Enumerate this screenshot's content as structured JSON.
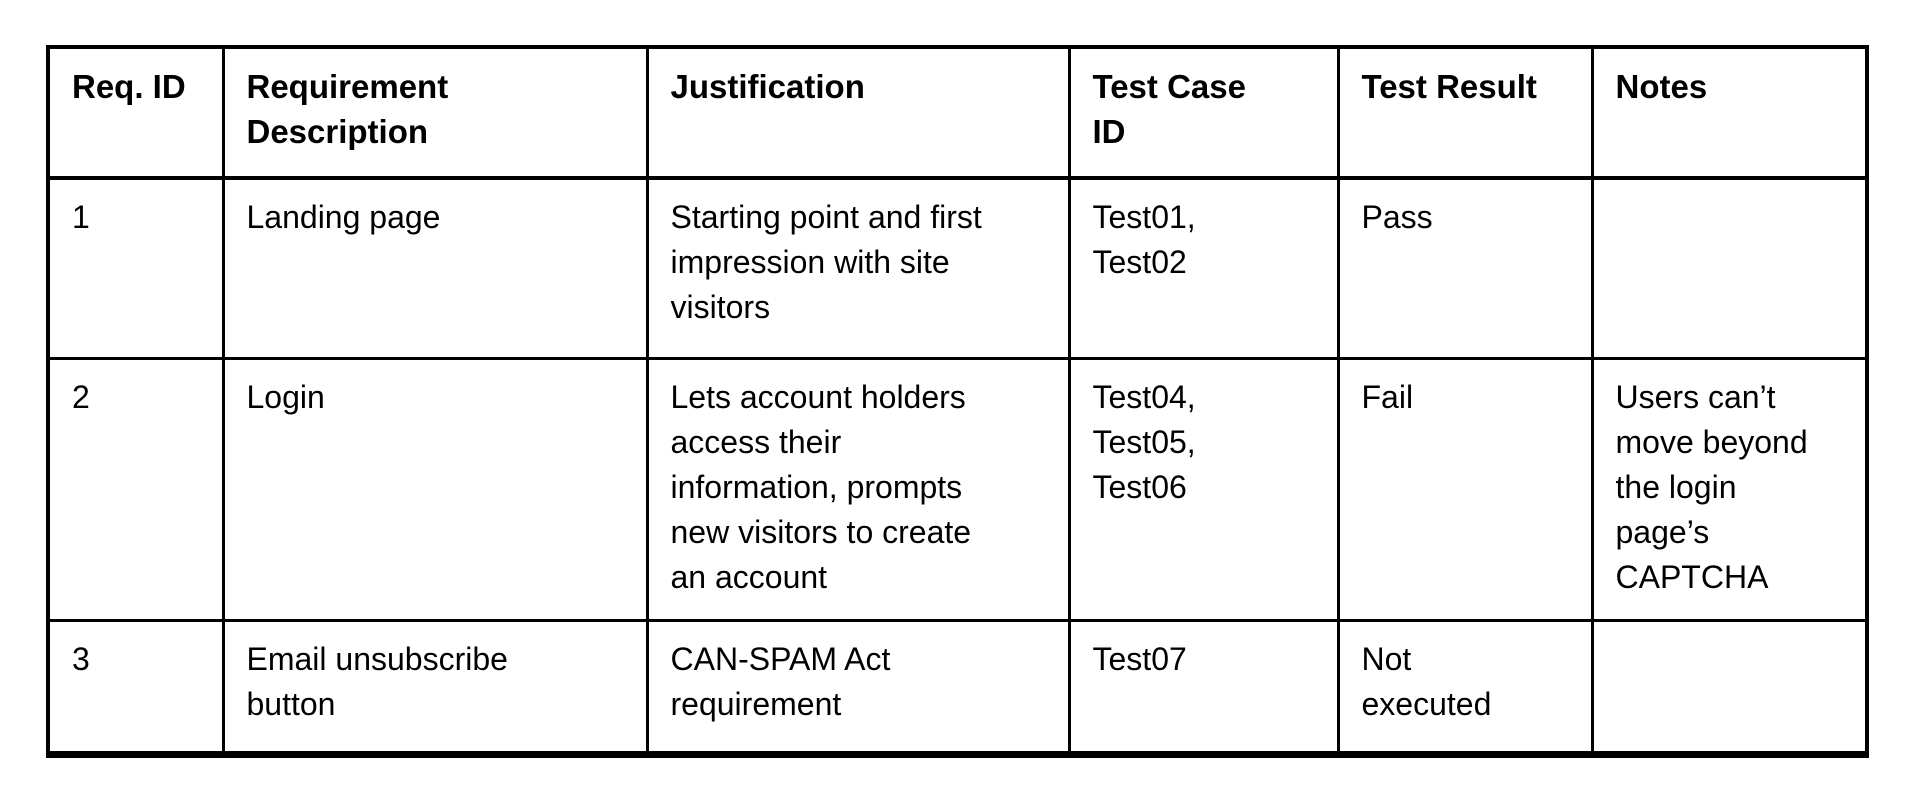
{
  "table": {
    "headers": {
      "req_id": "Req. ID",
      "description": "Requirement\nDescription",
      "justification": "Justification",
      "test_case_id": "Test Case\nID",
      "test_result": "Test Result",
      "notes": "Notes"
    },
    "rows": [
      {
        "req_id": "1",
        "description": "Landing page",
        "justification": "Starting point and first\nimpression with site\nvisitors",
        "test_case_id": "Test01,\nTest02",
        "test_result": "Pass",
        "notes": ""
      },
      {
        "req_id": "2",
        "description": "Login",
        "justification": "Lets account holders\naccess their\ninformation, prompts\nnew visitors to create\nan account",
        "test_case_id": "Test04,\nTest05,\nTest06",
        "test_result": "Fail",
        "notes": "Users can’t\nmove beyond\nthe login\npage’s\nCAPTCHA"
      },
      {
        "req_id": "3",
        "description": "Email unsubscribe\nbutton",
        "justification": "CAN-SPAM Act\nrequirement",
        "test_case_id": "Test07",
        "test_result": "Not\nexecuted",
        "notes": ""
      }
    ],
    "colors": {
      "text": "#000000",
      "border": "#000000",
      "background": "#ffffff"
    }
  }
}
